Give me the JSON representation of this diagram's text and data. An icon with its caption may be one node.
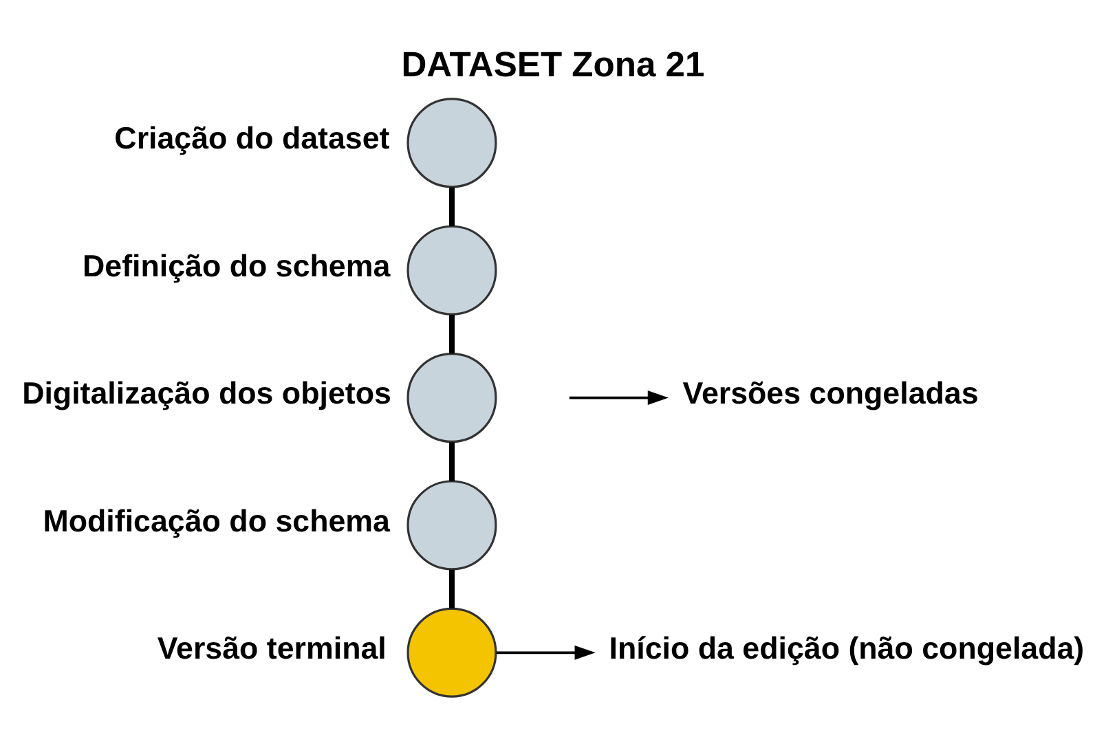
{
  "diagram": {
    "title": "DATASET Zona 21",
    "nodes": [
      {
        "text": [],
        "shape": "circle",
        "beside": [
          "Criação do dataset"
        ]
      },
      {
        "text": [],
        "shape": "circle",
        "beside": [
          "Definição do schema"
        ]
      },
      {
        "text": [],
        "shape": "circle",
        "beside": [
          "Digitalização dos objetos"
        ]
      },
      {
        "text": [],
        "shape": "circle",
        "beside": [
          "Modificação do schema"
        ]
      },
      {
        "text": [],
        "shape": "circle",
        "beside": [
          "Versão terminal"
        ]
      },
      {
        "text": [
          "Versões congeladas"
        ]
      },
      {
        "text": [
          "Início da edição (não congelada)"
        ]
      }
    ],
    "edges": [
      {
        "from": 0,
        "to": 1,
        "arrow": "none"
      },
      {
        "from": 1,
        "to": 2,
        "arrow": "none"
      },
      {
        "from": 2,
        "to": 3,
        "arrow": "none"
      },
      {
        "from": 3,
        "to": 4,
        "arrow": "none"
      },
      {
        "from": null,
        "to": 5,
        "arrow": "to"
      },
      {
        "from": 4,
        "to": 6,
        "arrow": "to"
      }
    ]
  }
}
